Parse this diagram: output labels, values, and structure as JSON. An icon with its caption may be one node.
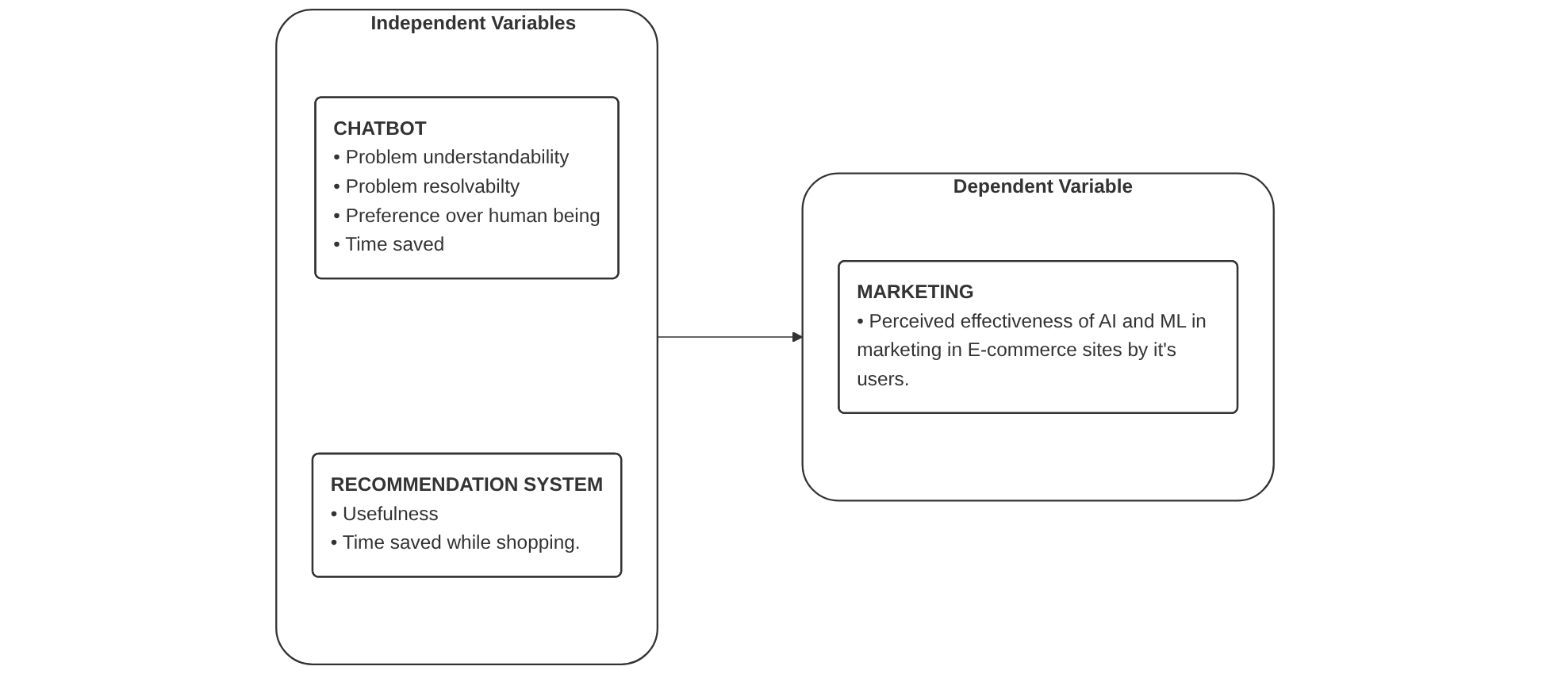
{
  "diagram": {
    "nodes": [
      {
        "text": [
          "Independent Variables"
        ]
      },
      {
        "text": [
          "CHATBOT",
          "• Problem understandability",
          "• Problem resolvabilty",
          "• Preference over human being",
          "• Time saved"
        ],
        "in": 0
      },
      {
        "text": [
          "RECOMMENDATION SYSTEM",
          "• Usefulness",
          "• Time saved while shopping."
        ],
        "in": 0
      },
      {
        "text": [
          "Dependent Variable"
        ]
      },
      {
        "text": [
          "MARKETING",
          "• Perceived effectiveness of AI and ML in marketing in E-commerce sites by it's users."
        ],
        "in": 3
      }
    ],
    "edges": [
      {
        "from": 0,
        "to": 3,
        "arrow": "to"
      }
    ]
  }
}
